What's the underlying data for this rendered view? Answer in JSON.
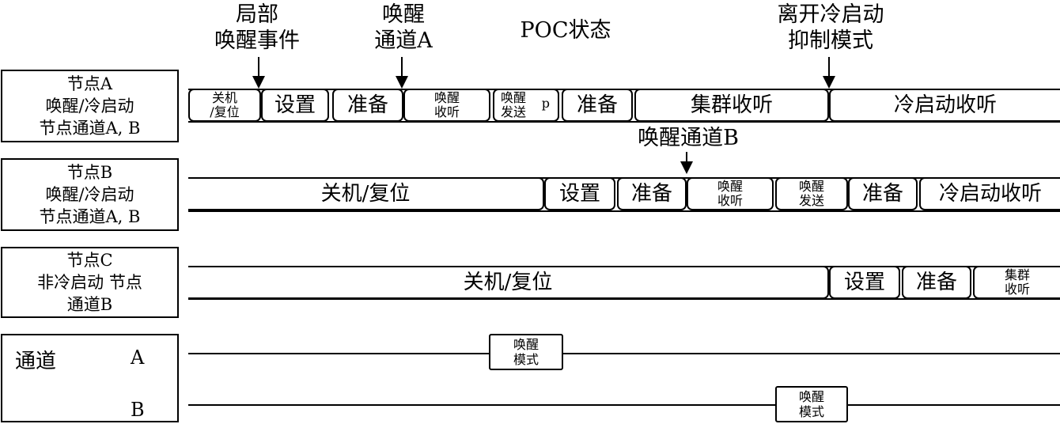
{
  "annotations": {
    "local_wakeup": [
      "局部",
      "唤醒事件"
    ],
    "wakeup_a": [
      "唤醒",
      "通道A"
    ],
    "poc_state": "POC状态",
    "leave_coldstart": [
      "离开冷启动",
      "抑制模式"
    ],
    "wakeup_b": "唤醒通道B"
  },
  "node_a": {
    "label": [
      "节点A",
      "唤醒/冷启动",
      "节点通道A, B"
    ],
    "segments": [
      {
        "label": [
          "关机",
          "/复位"
        ]
      },
      {
        "label": "设置"
      },
      {
        "label": "准备"
      },
      {
        "label": [
          "唤醒",
          "收听"
        ]
      },
      {
        "label": [
          "唤醒",
          "发送"
        ],
        "tag": "p"
      },
      {
        "label": "准备"
      },
      {
        "label": "集群收听"
      },
      {
        "label": "冷启动收听"
      }
    ]
  },
  "node_b": {
    "label": [
      "节点B",
      "唤醒/冷启动",
      "节点通道A, B"
    ],
    "segments": [
      {
        "label": "关机/复位"
      },
      {
        "label": "设置"
      },
      {
        "label": "准备"
      },
      {
        "label": [
          "唤醒",
          "收听"
        ]
      },
      {
        "label": [
          "唤醒",
          "发送"
        ]
      },
      {
        "label": "准备"
      },
      {
        "label": "冷启动收听"
      }
    ]
  },
  "node_c": {
    "label": [
      "节点C",
      "非冷启动 节点",
      "通道B"
    ],
    "segments": [
      {
        "label": "关机/复位"
      },
      {
        "label": "设置"
      },
      {
        "label": "准备"
      },
      {
        "label": [
          "集群",
          "收听"
        ]
      }
    ]
  },
  "channels": {
    "title": "通道",
    "a": {
      "label": "A",
      "mode": [
        "唤醒",
        "模式"
      ]
    },
    "b": {
      "label": "B",
      "mode": [
        "唤醒",
        "模式"
      ]
    }
  }
}
